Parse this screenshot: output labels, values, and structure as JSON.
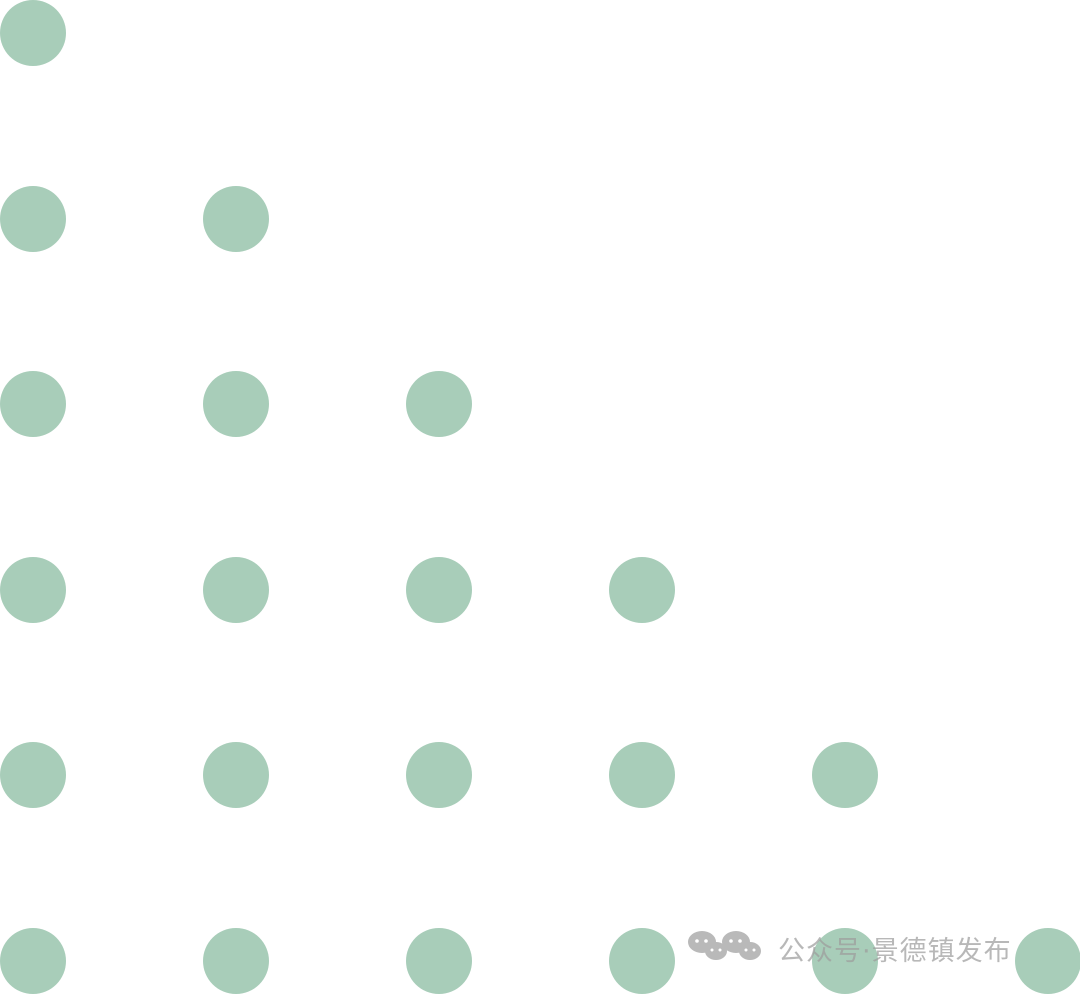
{
  "pattern": {
    "dot_color": "#a8cdb9",
    "row_counts": [
      1,
      2,
      3,
      4,
      5,
      6
    ]
  },
  "watermark": {
    "icon": "wechat-icon",
    "text": "公众号·景德镇发布"
  }
}
